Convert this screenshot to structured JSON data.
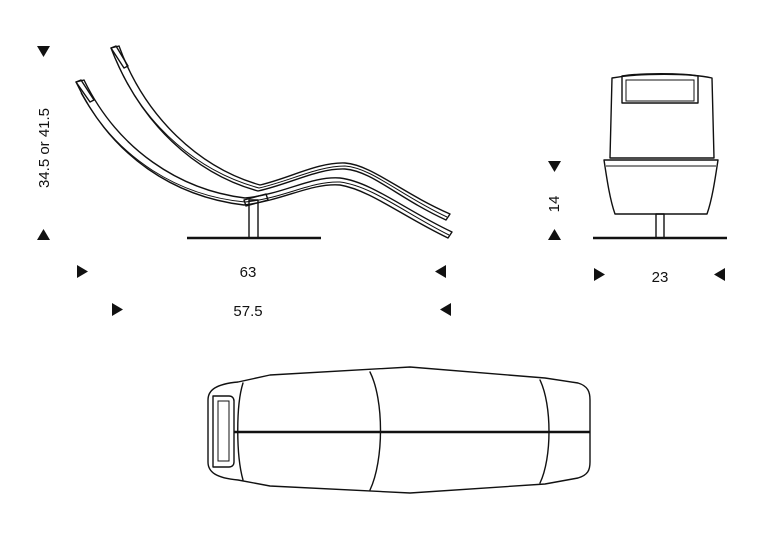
{
  "dimensions": {
    "side_height": "34.5 or 41.5",
    "side_length_outer": "63",
    "side_length_inner": "57.5",
    "front_seat_height": "14",
    "front_width": "23"
  },
  "colors": {
    "line": "#111111",
    "background": "#ffffff"
  }
}
